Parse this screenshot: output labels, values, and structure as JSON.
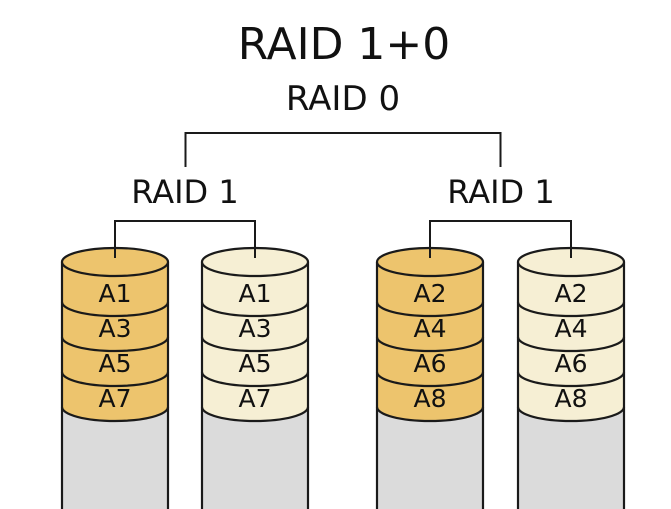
{
  "title": "RAID 1+0",
  "colors": {
    "disk_gold": "#EDC46D",
    "disk_cream": "#F6EFD4",
    "chassis_gray": "#DBDBDB",
    "outline": "#1A1A1A",
    "background": "#FFFFFF"
  },
  "tree": {
    "root_label": "RAID 0",
    "groups": [
      {
        "label": "RAID 1",
        "disks": [
          {
            "tone": "gold",
            "blocks": [
              "A1",
              "A3",
              "A5",
              "A7"
            ]
          },
          {
            "tone": "cream",
            "blocks": [
              "A1",
              "A3",
              "A5",
              "A7"
            ]
          }
        ]
      },
      {
        "label": "RAID 1",
        "disks": [
          {
            "tone": "gold",
            "blocks": [
              "A2",
              "A4",
              "A6",
              "A8"
            ]
          },
          {
            "tone": "cream",
            "blocks": [
              "A2",
              "A4",
              "A6",
              "A8"
            ]
          }
        ]
      }
    ]
  }
}
